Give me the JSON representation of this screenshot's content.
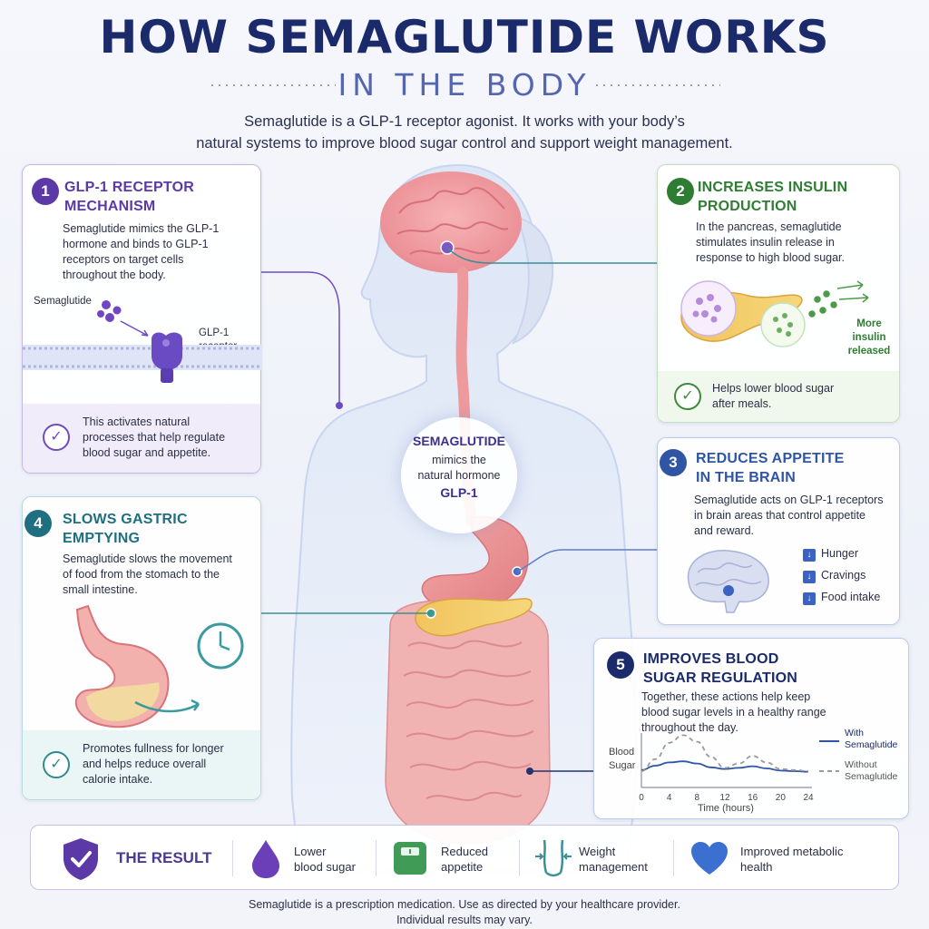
{
  "header": {
    "title": "HOW SEMAGLUTIDE WORKS",
    "subtitle": "IN THE BODY",
    "intro_line1": "Semaglutide is a GLP-1 receptor agonist. It works with your body’s",
    "intro_line2": "natural systems to improve blood sugar control and support weight management."
  },
  "colors": {
    "navy": "#1b2a6b",
    "purple": "#5b3aa8",
    "green": "#2e7d32",
    "blue": "#2f55a4",
    "teal": "#1f6f80",
    "dark_navy": "#1b2a6b"
  },
  "cards": {
    "c1": {
      "number": "1",
      "heading_l1": "GLP-1 RECEPTOR",
      "heading_l2": "MECHANISM",
      "body": [
        "Semaglutide mimics the GLP-1",
        "hormone and binds to GLP-1",
        "receptors on target cells",
        "throughout the body."
      ],
      "label_semaglutide": "Semaglutide",
      "label_receptor_l1": "GLP-1",
      "label_receptor_l2": "receptor",
      "note": [
        "This activates natural",
        "processes that help regulate",
        "blood sugar and appetite."
      ]
    },
    "c2": {
      "number": "2",
      "heading_l1": "INCREASES INSULIN",
      "heading_l2": "PRODUCTION",
      "body": [
        "In the pancreas, semaglutide",
        "stimulates insulin release in",
        "response to high blood sugar."
      ],
      "more_l1": "More",
      "more_l2": "insulin",
      "more_l3": "released",
      "note": [
        "Helps lower blood sugar",
        "after meals."
      ]
    },
    "c3": {
      "number": "3",
      "heading_l1": "REDUCES APPETITE",
      "heading_l2": "IN THE BRAIN",
      "body": [
        "Semaglutide acts on GLP-1 receptors",
        "in brain areas that control appetite",
        "and reward."
      ],
      "list": [
        "Hunger",
        "Cravings",
        "Food intake"
      ]
    },
    "c4": {
      "number": "4",
      "heading_l1": "SLOWS GASTRIC",
      "heading_l2": "EMPTYING",
      "body": [
        "Semaglutide slows the movement",
        "of food from the stomach to the",
        "small intestine."
      ],
      "note": [
        "Promotes fullness for longer",
        "and helps reduce overall",
        "calorie intake."
      ]
    },
    "c5": {
      "number": "5",
      "heading_l1": "IMPROVES BLOOD",
      "heading_l2": "SUGAR REGULATION",
      "body": [
        "Together, these actions help keep",
        "blood sugar levels in a healthy range",
        "throughout the day."
      ]
    }
  },
  "center_label": {
    "line1": "SEMAGLUTIDE",
    "line2": "mimics the",
    "line3": "natural hormone",
    "line4": "GLP-1"
  },
  "chart_data": {
    "type": "line",
    "xlabel": "Time (hours)",
    "ylabel_l1": "Blood",
    "ylabel_l2": "Sugar",
    "x_ticks": [
      "0",
      "4",
      "8",
      "12",
      "16",
      "20",
      "24"
    ],
    "xlim": [
      0,
      24
    ],
    "ylim": [
      0,
      10
    ],
    "series": [
      {
        "name_l1": "With",
        "name_l2": "Semaglutide",
        "style": "solid",
        "color": "#2f55a4",
        "x": [
          0,
          2,
          4,
          6,
          8,
          10,
          12,
          14,
          16,
          18,
          20,
          22,
          24
        ],
        "y": [
          3.2,
          4.0,
          4.6,
          4.8,
          4.4,
          3.7,
          3.4,
          3.6,
          3.9,
          3.5,
          3.1,
          3.0,
          2.9
        ]
      },
      {
        "name_l1": "Without",
        "name_l2": "Semaglutide",
        "style": "dashed",
        "color": "#9a9a9a",
        "x": [
          0,
          2,
          4,
          6,
          8,
          10,
          12,
          14,
          16,
          18,
          20,
          22,
          24
        ],
        "y": [
          3.0,
          5.2,
          8.2,
          9.6,
          8.4,
          5.6,
          3.6,
          4.4,
          5.8,
          4.6,
          3.4,
          3.2,
          3.0
        ]
      }
    ]
  },
  "result": {
    "title": "THE RESULT",
    "items": [
      {
        "l1": "Lower",
        "l2": "blood sugar"
      },
      {
        "l1": "Reduced",
        "l2": "appetite"
      },
      {
        "l1": "Weight",
        "l2": "management"
      },
      {
        "l1": "Improved metabolic",
        "l2": "health"
      }
    ]
  },
  "footer": {
    "line1": "Semaglutide is a prescription medication. Use as directed by your healthcare provider.",
    "line2": "Individual results may vary."
  }
}
